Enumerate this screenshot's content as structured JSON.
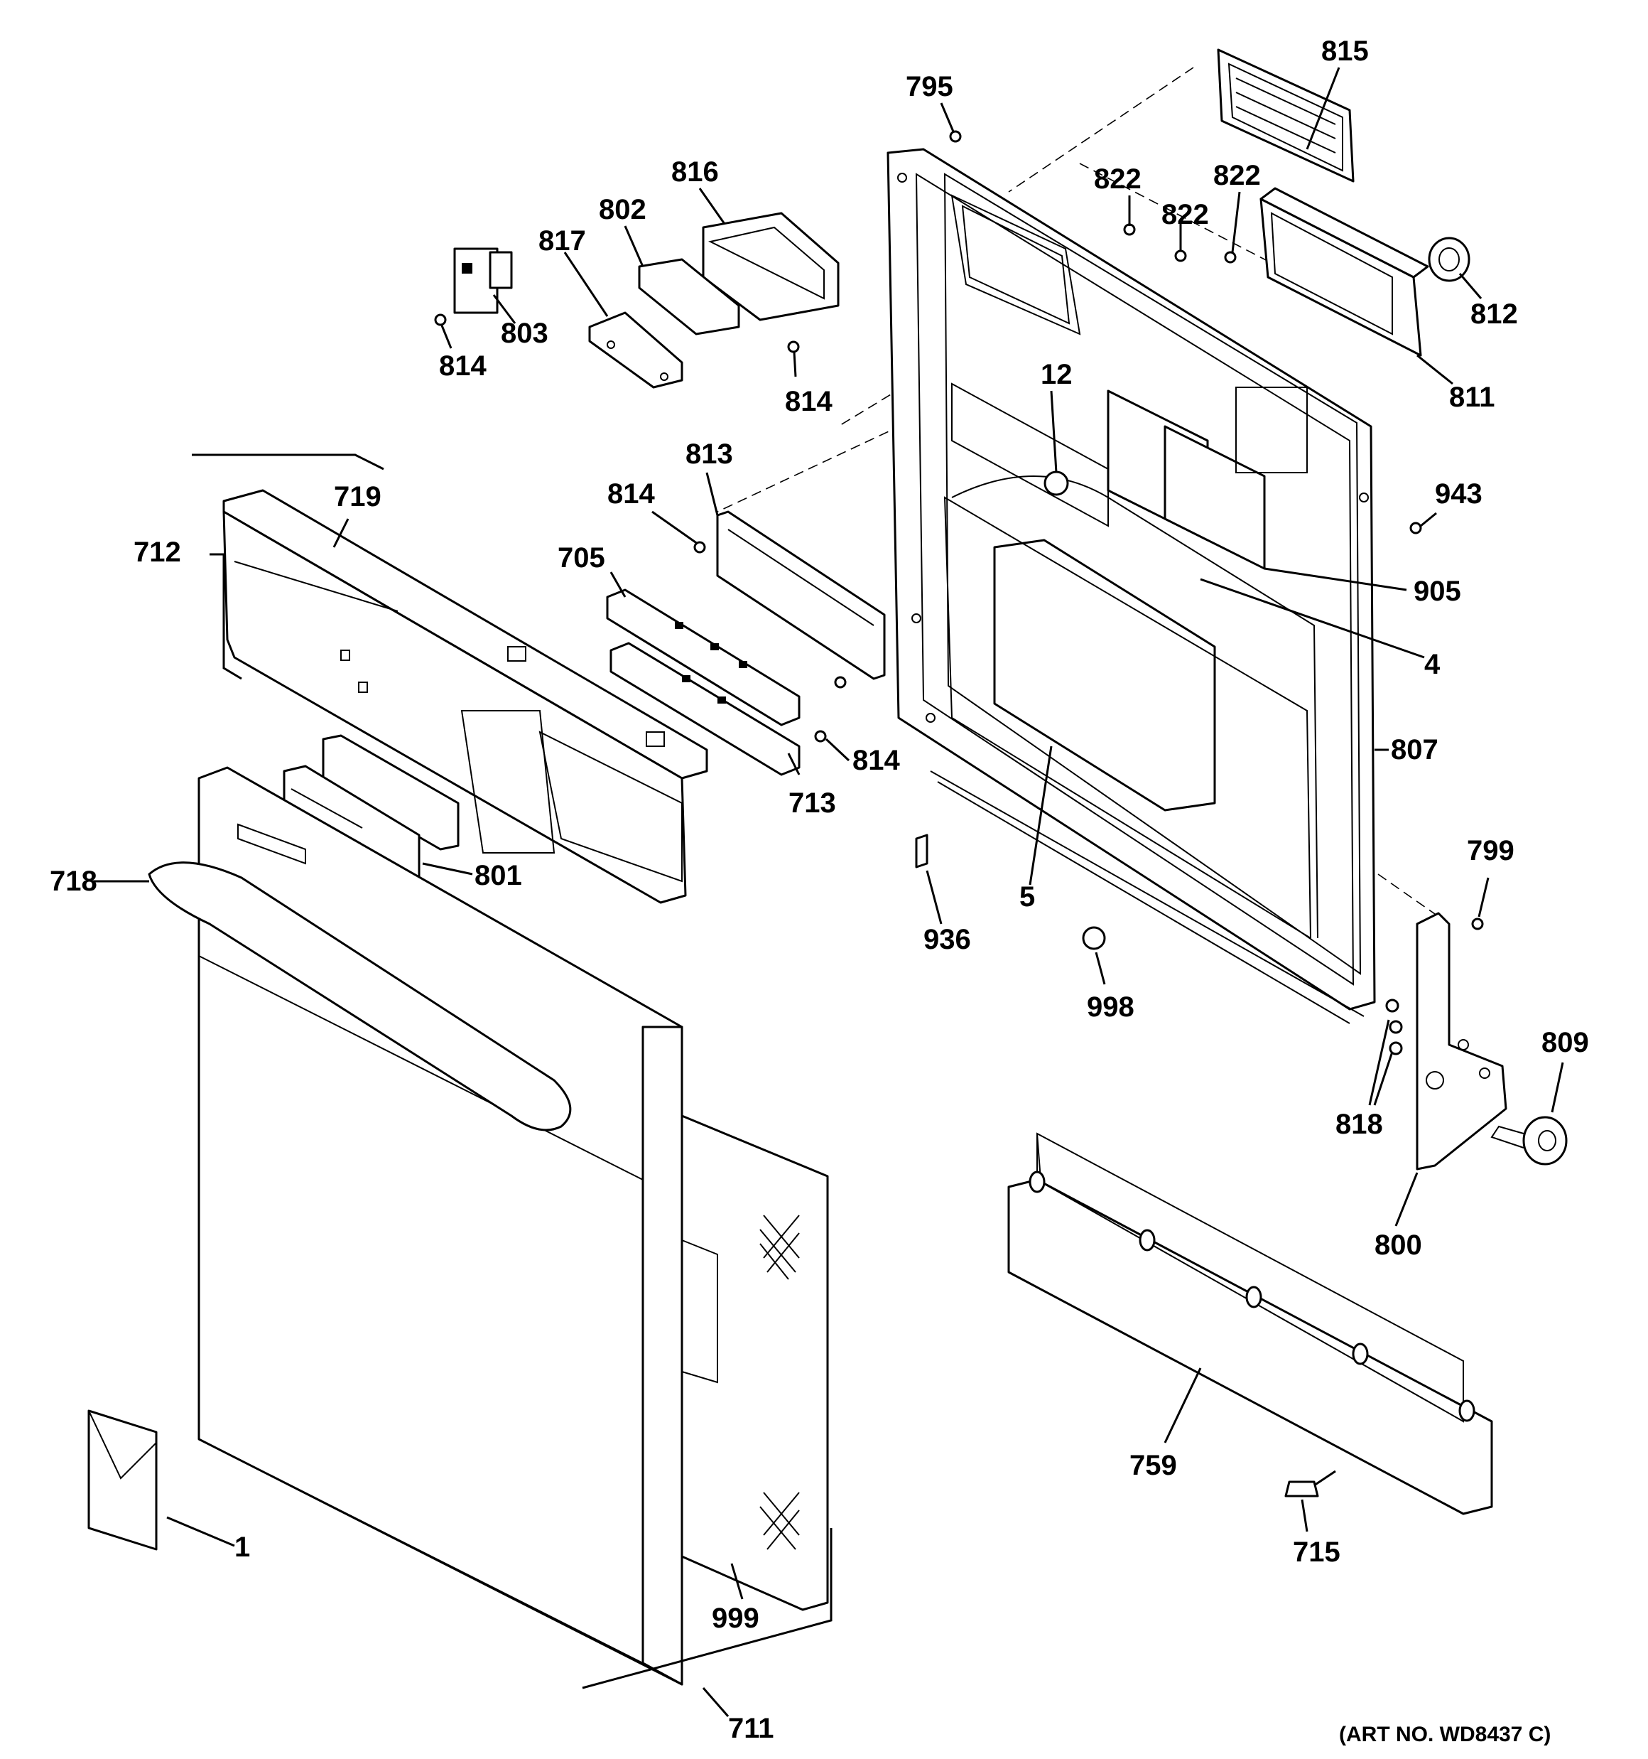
{
  "art_number": "(ART NO. WD8437 C)",
  "callouts": [
    "795",
    "815",
    "816",
    "822",
    "822",
    "822",
    "802",
    "817",
    "812",
    "803",
    "814",
    "814",
    "811",
    "12",
    "813",
    "943",
    "814",
    "719",
    "712",
    "705",
    "905",
    "4",
    "807",
    "814",
    "713",
    "801",
    "718",
    "5",
    "936",
    "799",
    "998",
    "809",
    "818",
    "800",
    "759",
    "715",
    "1",
    "999",
    "711"
  ],
  "colors": {
    "line": "#000000",
    "background": "#ffffff"
  }
}
